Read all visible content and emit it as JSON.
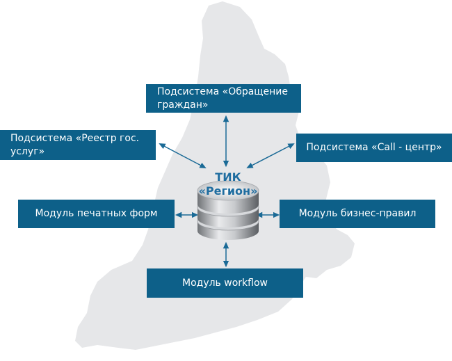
{
  "hub": {
    "line1": "ТИК",
    "line2": "«Регион»"
  },
  "modules": {
    "appeals": "Подсистема «Обращение граждан»",
    "registry": "Подсистема «Реестр гос. услуг»",
    "callcenter": "Подсистема «Call - центр»",
    "print_forms": "Модуль печатных форм",
    "business_rules": "Модуль бизнес-правил",
    "workflow": "Модуль workflow"
  },
  "colors": {
    "box": "#0d6089",
    "arrow": "#1a6a96",
    "map": "#e6e7e9",
    "hub_text": "#1f6da0"
  }
}
